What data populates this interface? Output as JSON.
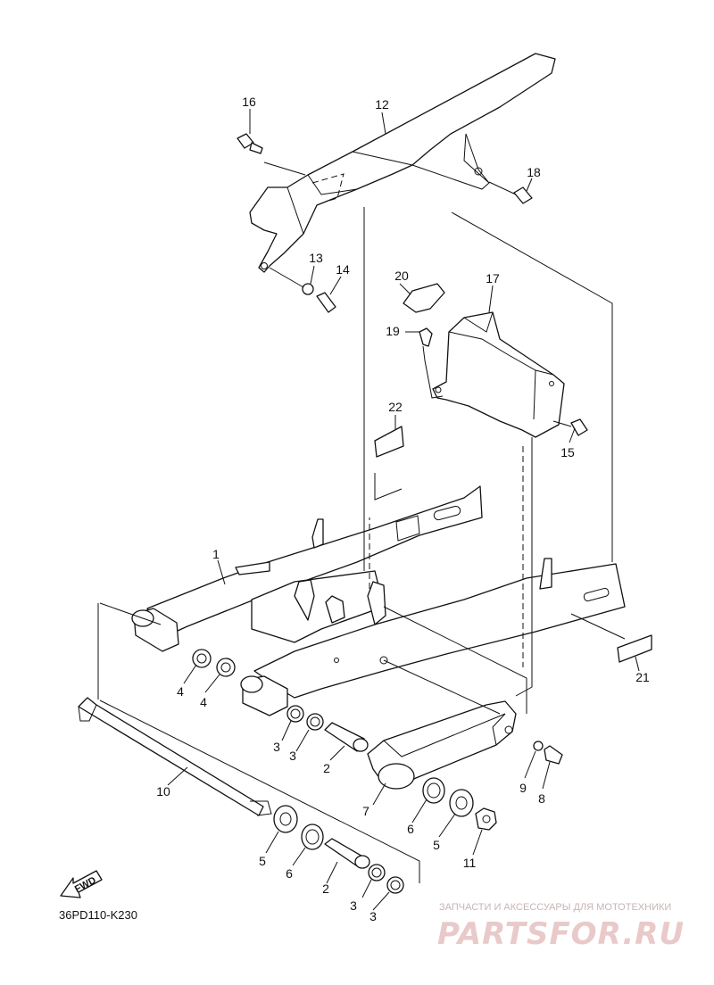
{
  "diagram_code": "36PD110-K230",
  "direction_label": "FWD",
  "watermark": {
    "tagline": "ЗАПЧАСТИ И АКСЕССУАРЫ ДЛЯ МОТОТЕХНИКИ",
    "logo": "PARTSFOR.RU"
  },
  "callouts": [
    {
      "id": "c1",
      "label": "1"
    },
    {
      "id": "c2a",
      "label": "2"
    },
    {
      "id": "c2b",
      "label": "2"
    },
    {
      "id": "c3a",
      "label": "3"
    },
    {
      "id": "c3b",
      "label": "3"
    },
    {
      "id": "c3c",
      "label": "3"
    },
    {
      "id": "c3d",
      "label": "3"
    },
    {
      "id": "c4a",
      "label": "4"
    },
    {
      "id": "c4b",
      "label": "4"
    },
    {
      "id": "c5a",
      "label": "5"
    },
    {
      "id": "c5b",
      "label": "5"
    },
    {
      "id": "c6a",
      "label": "6"
    },
    {
      "id": "c6b",
      "label": "6"
    },
    {
      "id": "c7",
      "label": "7"
    },
    {
      "id": "c8",
      "label": "8"
    },
    {
      "id": "c9",
      "label": "9"
    },
    {
      "id": "c10",
      "label": "10"
    },
    {
      "id": "c11",
      "label": "11"
    },
    {
      "id": "c12",
      "label": "12"
    },
    {
      "id": "c13",
      "label": "13"
    },
    {
      "id": "c14",
      "label": "14"
    },
    {
      "id": "c15",
      "label": "15"
    },
    {
      "id": "c16",
      "label": "16"
    },
    {
      "id": "c17",
      "label": "17"
    },
    {
      "id": "c18",
      "label": "18"
    },
    {
      "id": "c19",
      "label": "19"
    },
    {
      "id": "c20",
      "label": "20"
    },
    {
      "id": "c21",
      "label": "21"
    },
    {
      "id": "c22",
      "label": "22"
    }
  ]
}
